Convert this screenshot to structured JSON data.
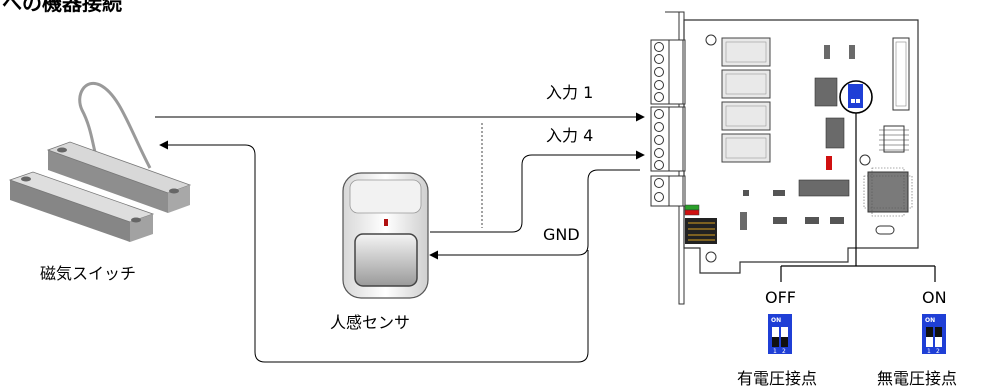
{
  "heading": "への機器接続",
  "labels": {
    "input1": "入力 1",
    "input4": "入力 4",
    "gnd": "GND",
    "magnetic_switch": "磁気スイッチ",
    "motion_sensor": "人感センサ",
    "dip_off": "OFF",
    "dip_on": "ON",
    "voltage_contact": "有電圧接点",
    "dry_contact": "無電圧接点",
    "dip_chip_on": "ON",
    "dip_num_1": "1",
    "dip_num_2": "2"
  },
  "colors": {
    "dip_blue": "#1f3fd6",
    "led_red": "#d01010",
    "led_green": "#2aa02a",
    "pcb_fill": "#ffffff",
    "chip_gray": "#6a6a6a"
  }
}
